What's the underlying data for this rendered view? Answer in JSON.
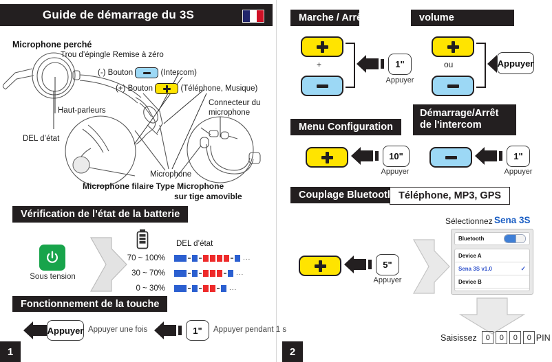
{
  "title_bar": {
    "title": "Guide de démarrage du 3S",
    "flag": "france-flag"
  },
  "left": {
    "diagram": {
      "heading": "Microphone perché",
      "labels": {
        "reset": "Trou d’épingle Remise à zéro",
        "minus_button": "(-) Bouton",
        "minus_button_suffix": "(Intercom)",
        "plus_button": "(+) Bouton",
        "plus_button_suffix": "(Téléphone, Musique)",
        "speakers": "Haut-parleurs",
        "status_led": "DEL d’état",
        "mic_connector_l1": "Connecteur du",
        "mic_connector_l2": "microphone",
        "microphone": "Microphone",
        "caption_l1": "Microphone filaire Type Microphone",
        "caption_l2": "sur tige amovible"
      }
    },
    "battery": {
      "header": "Vérification de l’état de la batterie",
      "power_label": "Sous tension",
      "led_header": "DEL d’état",
      "rows": [
        {
          "range": "70 ~ 100%",
          "red": 4
        },
        {
          "range": "30 ~ 70%",
          "red": 3
        },
        {
          "range": "0 ~ 30%",
          "red": 2
        }
      ]
    },
    "button_ops": {
      "header": "Fonctionnement de la touche",
      "items": [
        {
          "key": "Appuyer",
          "desc": "Appuyer une fois"
        },
        {
          "key": "1\"",
          "desc": "Appuyer pendant 1 s"
        }
      ]
    },
    "page_number": "1"
  },
  "right": {
    "power": {
      "header": "Marche / Arrêt R",
      "operator": "+",
      "key": "1\"",
      "caption": "Appuyer"
    },
    "volume": {
      "header": "volume",
      "operator": "ou",
      "key": "Appuyer"
    },
    "config_menu": {
      "header": "Menu Configuration",
      "key": "10\"",
      "caption": "Appuyer"
    },
    "intercom": {
      "header_l1": "Démarrage/Arrêt",
      "header_l2": "de l'intercom",
      "key": "1\"",
      "caption": "Appuyer"
    },
    "pairing": {
      "header": "Couplage Bluetooth",
      "header_sub": "Téléphone, MP3, GPS",
      "key": "5\"",
      "caption": "Appuyer",
      "select_label": "Sélectionnez",
      "select_device": "Sena 3S",
      "phone": {
        "bluetooth_label": "Bluetooth",
        "items": [
          {
            "name": "Device A",
            "selected": false
          },
          {
            "name": "Sena 3S v1.0",
            "selected": true
          },
          {
            "name": "Device B",
            "selected": false
          },
          {
            "name": "....",
            "selected": false
          }
        ]
      },
      "pin_prefix": "Saisissez",
      "pin_digits": [
        "0",
        "0",
        "0",
        "0"
      ],
      "pin_suffix": "PIN"
    },
    "page_number": "2"
  },
  "colors": {
    "black": "#231f20",
    "yellow": "#ffe400",
    "blue": "#9cd8f5",
    "led_blue": "#2b5fd0",
    "led_red": "#ee2a2a",
    "green": "#18a44b",
    "link_blue": "#3355cc"
  }
}
